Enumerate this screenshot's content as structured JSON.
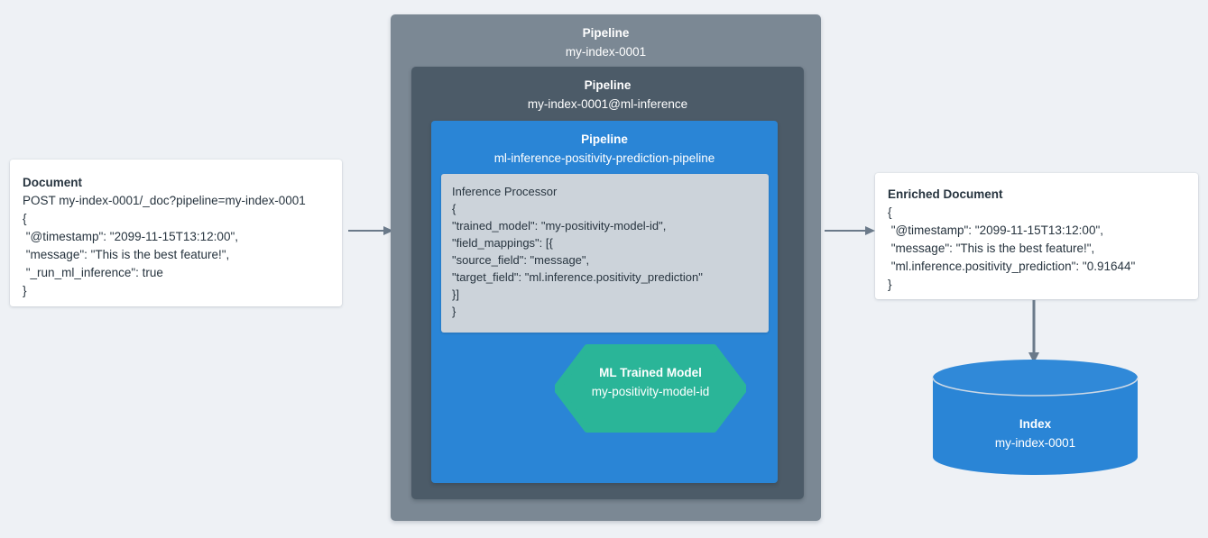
{
  "colors": {
    "background": "#eef1f5",
    "pipeline_outer": "#7b8894",
    "pipeline_middle": "#4c5b68",
    "pipeline_inner": "#2a85d6",
    "processor_fill": "#ccd3da",
    "ml_model_green": "#2ab598",
    "index_blue": "#2a85d6",
    "arrow_gray": "#6b7a8a",
    "text_dark": "#27343f",
    "card_white": "#ffffff"
  },
  "document": {
    "title": "Document",
    "lines": [
      "POST my-index-0001/_doc?pipeline=my-index-0001",
      "{",
      " \"@timestamp\": \"2099-11-15T13:12:00\",",
      " \"message\": \"This is the best feature!\",",
      " \"_run_ml_inference\": true",
      "}"
    ]
  },
  "pipeline_outer": {
    "label": "Pipeline",
    "name": "my-index-0001"
  },
  "pipeline_middle": {
    "label": "Pipeline",
    "name": "my-index-0001@ml-inference"
  },
  "pipeline_inner": {
    "label": "Pipeline",
    "name": "ml-inference-positivity-prediction-pipeline"
  },
  "inference_processor": {
    "title": "Inference Processor",
    "lines": [
      "{",
      " \"trained_model\": \"my-positivity-model-id\",",
      " \"field_mappings\": [{",
      "   \"source_field\": \"message\",",
      "   \"target_field\": \"ml.inference.positivity_prediction\"",
      " }]",
      "}"
    ]
  },
  "ml_model": {
    "title": "ML Trained Model",
    "name": "my-positivity-model-id"
  },
  "enriched_document": {
    "title": "Enriched Document",
    "lines": [
      "{",
      " \"@timestamp\": \"2099-11-15T13:12:00\",",
      " \"message\": \"This is the best feature!\",",
      " \"ml.inference.positivity_prediction\": \"0.91644\"",
      "}"
    ]
  },
  "index": {
    "title": "Index",
    "name": "my-index-0001"
  },
  "arrows": [
    {
      "id": "doc-to-pipeline",
      "direction": "right"
    },
    {
      "id": "pipeline-to-enriched",
      "direction": "right"
    },
    {
      "id": "enriched-to-index",
      "direction": "down"
    },
    {
      "id": "model-to-processor",
      "direction": "up"
    }
  ]
}
